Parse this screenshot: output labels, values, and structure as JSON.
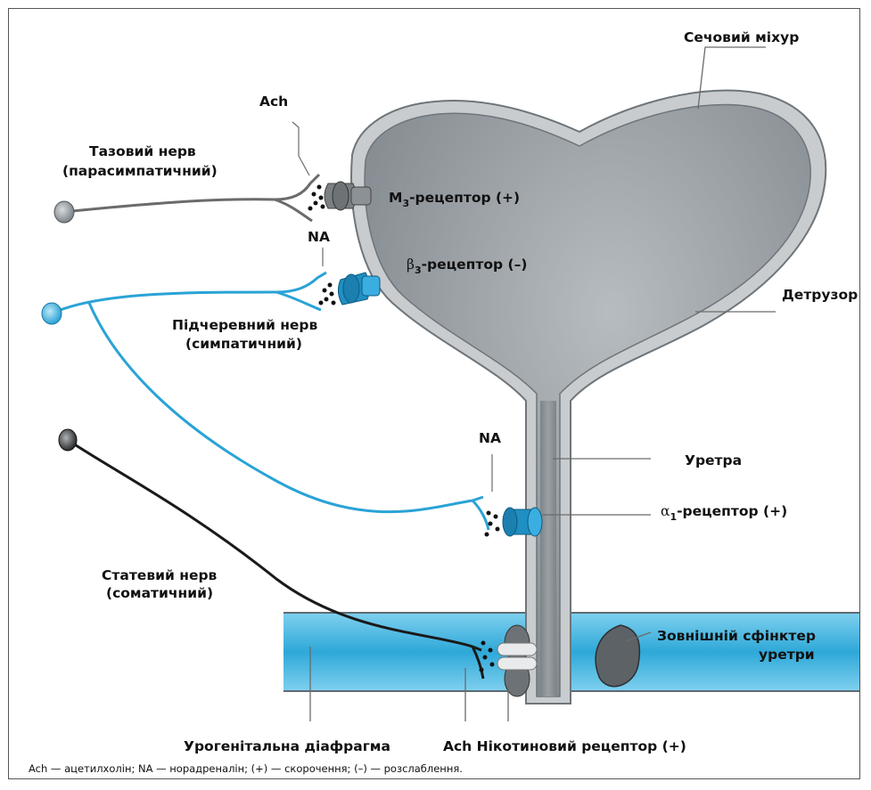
{
  "labels": {
    "bladder": "Сечовий міхур",
    "ach_top": "Ach",
    "pelvic_nerve_1": "Тазовий нерв",
    "pelvic_nerve_2": "(парасимпатичний)",
    "m3_prefix": "М",
    "m3_sub": "3",
    "m3_suffix": "-рецептор (+)",
    "na_top": "NA",
    "beta_symbol": "β",
    "beta_sub": "3",
    "beta_suffix": "-рецептор (–)",
    "detrusor": "Детрузор",
    "hypogastric_1": "Підчеревний нерв",
    "hypogastric_2": "(симпатичний)",
    "na_mid": "NA",
    "urethra": "Уретра",
    "alpha_symbol": "α",
    "alpha_sub": "1",
    "alpha_suffix": "-рецептор (+)",
    "pudendal_1": "Статевий нерв",
    "pudendal_2": "(соматичний)",
    "sphincter_1": "Зовнішній сфінктер",
    "sphincter_2": "уретри",
    "diaphragm": "Урогенітальна діафрагма",
    "nicotinic": "Ach Нікотиновий рецептор (+)"
  },
  "caption": "Ach — ацетилхолін; NA — норадреналін; (+) — скорочення; (–) — розслаблення.",
  "colors": {
    "bladder_fill": "#8f9599",
    "bladder_wall": "#c9ccce",
    "parasympathetic": "#6b6b6b",
    "sympathetic": "#2aa3d6",
    "somatic": "#1a1a1a",
    "diaphragm": "#2aa3d6",
    "receptor_gray": "#7a7f83",
    "receptor_blue": "#1f8fc4"
  }
}
